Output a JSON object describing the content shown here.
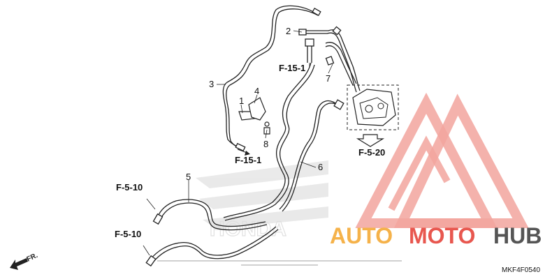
{
  "callouts": {
    "c1": "1",
    "c2": "2",
    "c3": "3",
    "c4": "4",
    "c5": "5",
    "c6": "6",
    "c7": "7",
    "c8": "8"
  },
  "refs": {
    "f15_top": "F-15-1",
    "f15_bottom": "F-15-1",
    "f520": "F-5-20",
    "f510_top": "F-5-10",
    "f510_bottom": "F-5-10"
  },
  "front_label": "FR.",
  "diagram_code": "MKF4F0540",
  "watermark": {
    "part1": "AUTO",
    "part2": "MOTO",
    "part3": "HUB",
    "colors": {
      "orange": "#f5b24a",
      "red": "#e8574f",
      "gray": "#555555"
    }
  },
  "colors": {
    "line": "#222222",
    "pale_logo": "#c8c8c8"
  }
}
